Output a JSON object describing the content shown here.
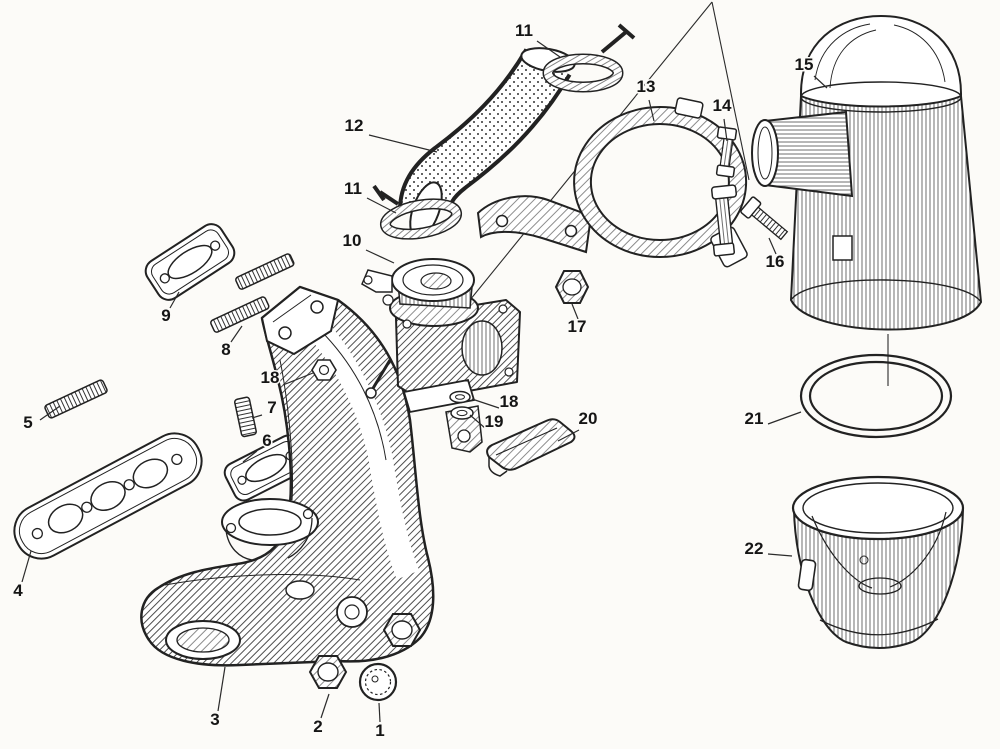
{
  "diagram": {
    "type": "exploded-parts-diagram",
    "ink_color": "#1c1c1c",
    "paper_color": "#fcfbf8",
    "callouts": [
      {
        "id": "1",
        "text": "1"
      },
      {
        "id": "2",
        "text": "2"
      },
      {
        "id": "3",
        "text": "3"
      },
      {
        "id": "4",
        "text": "4"
      },
      {
        "id": "5",
        "text": "5"
      },
      {
        "id": "6",
        "text": "6"
      },
      {
        "id": "7",
        "text": "7"
      },
      {
        "id": "8",
        "text": "8"
      },
      {
        "id": "9",
        "text": "9"
      },
      {
        "id": "10",
        "text": "10"
      },
      {
        "id": "11a",
        "text": "11"
      },
      {
        "id": "11b",
        "text": "11"
      },
      {
        "id": "12",
        "text": "12"
      },
      {
        "id": "13",
        "text": "13"
      },
      {
        "id": "14",
        "text": "14"
      },
      {
        "id": "15",
        "text": "15"
      },
      {
        "id": "16",
        "text": "16"
      },
      {
        "id": "17",
        "text": "17"
      },
      {
        "id": "18a",
        "text": "18"
      },
      {
        "id": "18b",
        "text": "18"
      },
      {
        "id": "19",
        "text": "19"
      },
      {
        "id": "20",
        "text": "20"
      },
      {
        "id": "21",
        "text": "21"
      },
      {
        "id": "22",
        "text": "22"
      }
    ]
  }
}
